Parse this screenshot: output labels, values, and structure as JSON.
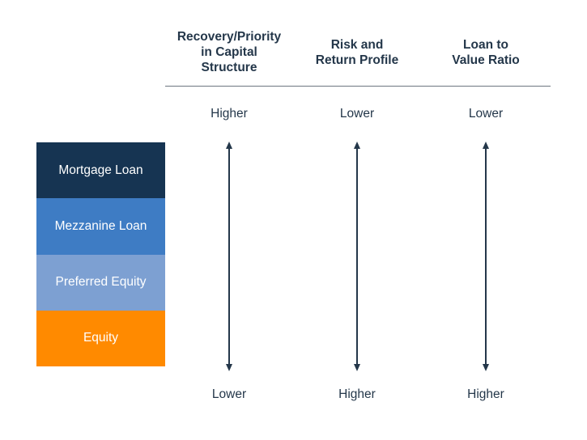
{
  "columns": [
    {
      "header_lines": [
        "Recovery/Priority",
        "in Capital",
        "Structure"
      ],
      "top_label": "Higher",
      "bottom_label": "Lower"
    },
    {
      "header_lines": [
        "Risk and",
        "Return Profile"
      ],
      "top_label": "Lower",
      "bottom_label": "Higher"
    },
    {
      "header_lines": [
        "Loan to",
        "Value Ratio"
      ],
      "top_label": "Lower",
      "bottom_label": "Higher"
    }
  ],
  "stack": [
    {
      "label": "Mortgage Loan",
      "color": "#163452"
    },
    {
      "label": "Mezzanine Loan",
      "color": "#3e7cc4"
    },
    {
      "label": "Preferred Equity",
      "color": "#7da0d2"
    },
    {
      "label": "Equity",
      "color": "#ff8a00"
    }
  ],
  "colors": {
    "arrow": "#24374a",
    "rule": "#6d7580"
  }
}
